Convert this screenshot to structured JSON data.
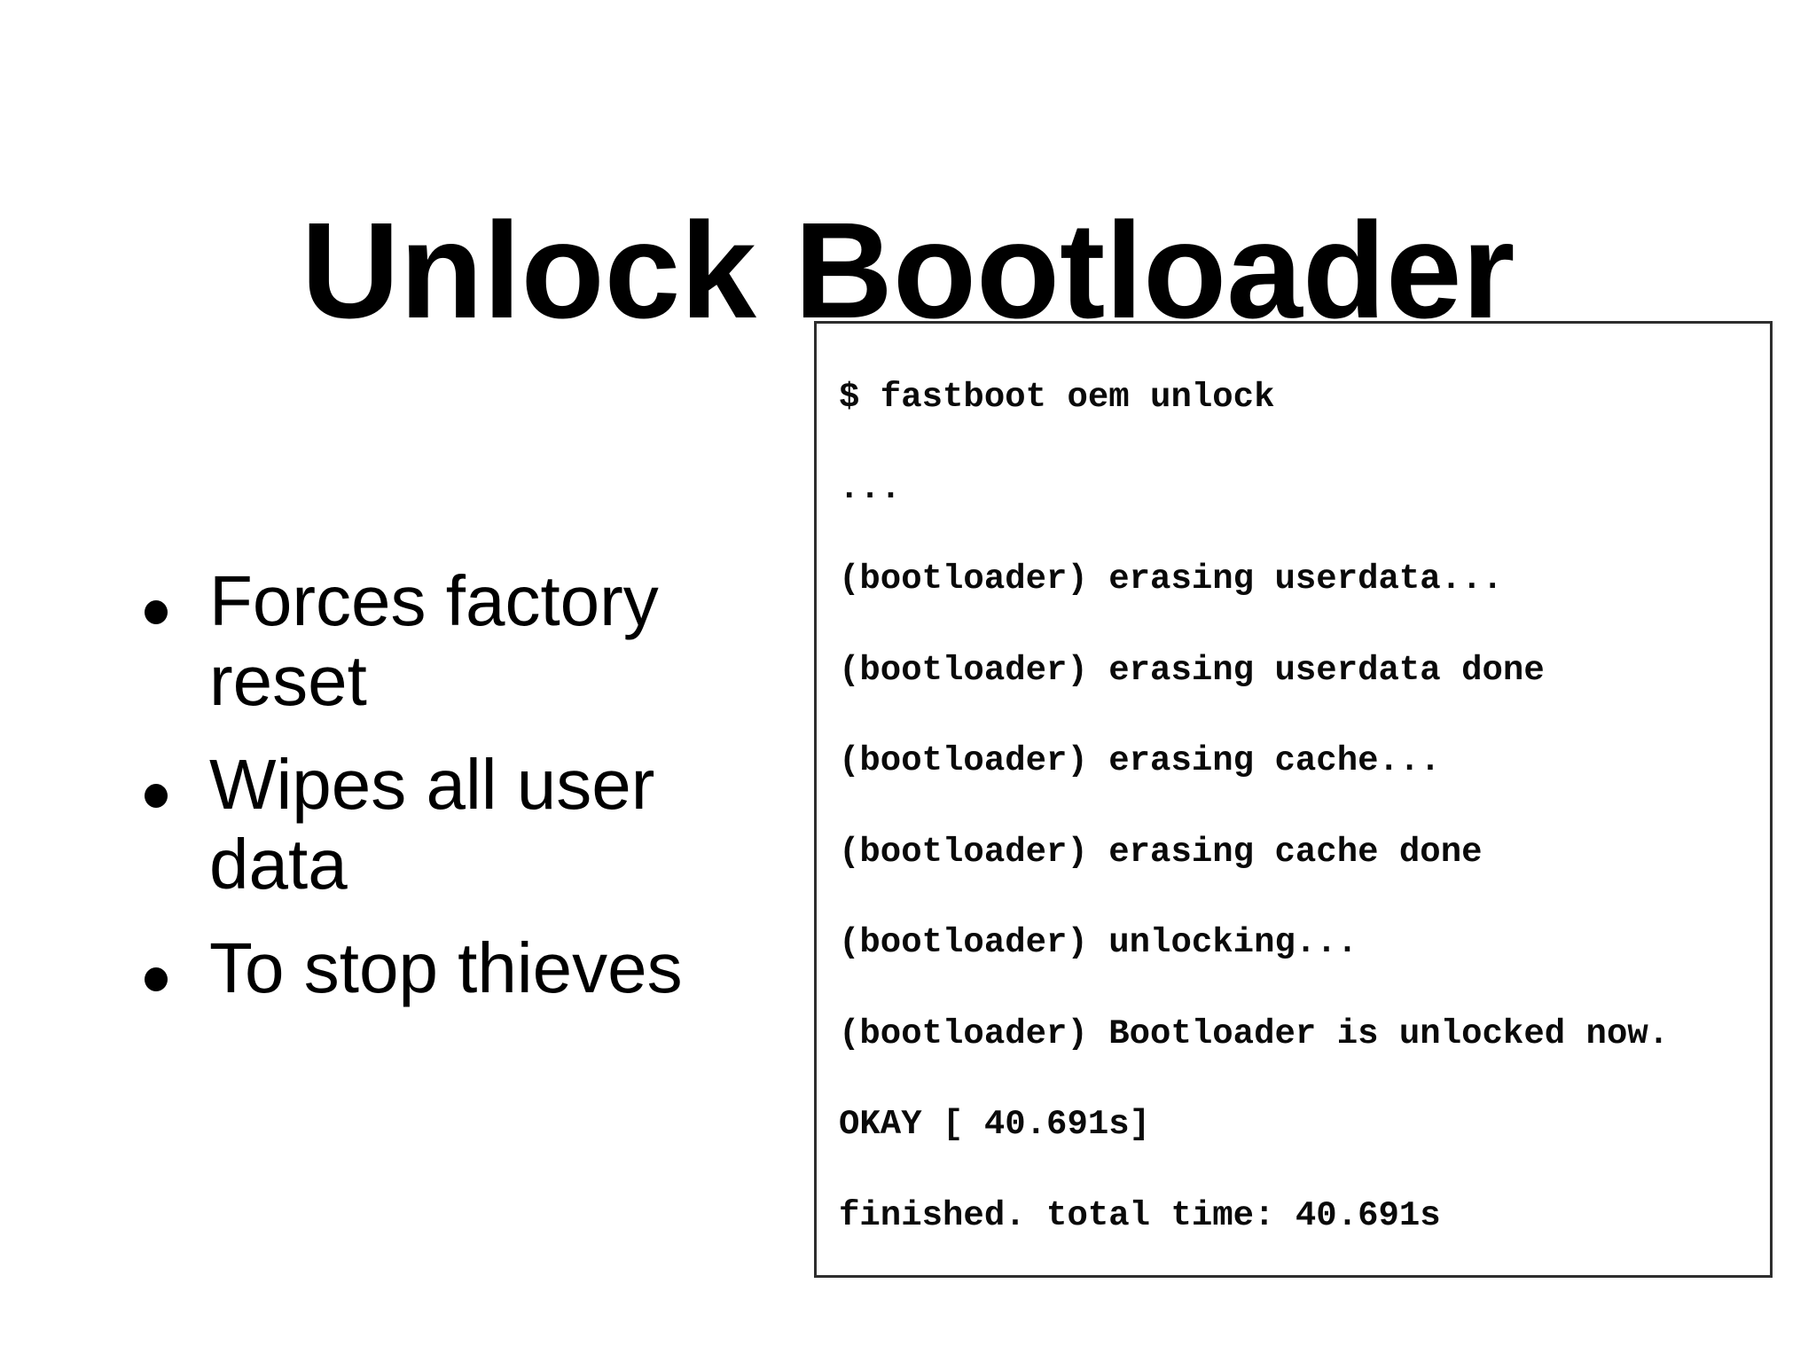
{
  "slide": {
    "title": "Unlock Bootloader",
    "bullets": [
      "Forces factory reset",
      "Wipes all user data",
      "To stop thieves"
    ],
    "terminal": {
      "lines": [
        "$ fastboot oem unlock",
        "...",
        "(bootloader) erasing userdata...",
        "(bootloader) erasing userdata done",
        "(bootloader) erasing cache...",
        "(bootloader) erasing cache done",
        "(bootloader) unlocking...",
        "(bootloader) Bootloader is unlocked now.",
        "OKAY [ 40.691s]",
        "finished. total time: 40.691s"
      ]
    },
    "colors": {
      "background": "#ffffff",
      "text": "#000000",
      "terminal_border": "#2e2e2e"
    }
  }
}
